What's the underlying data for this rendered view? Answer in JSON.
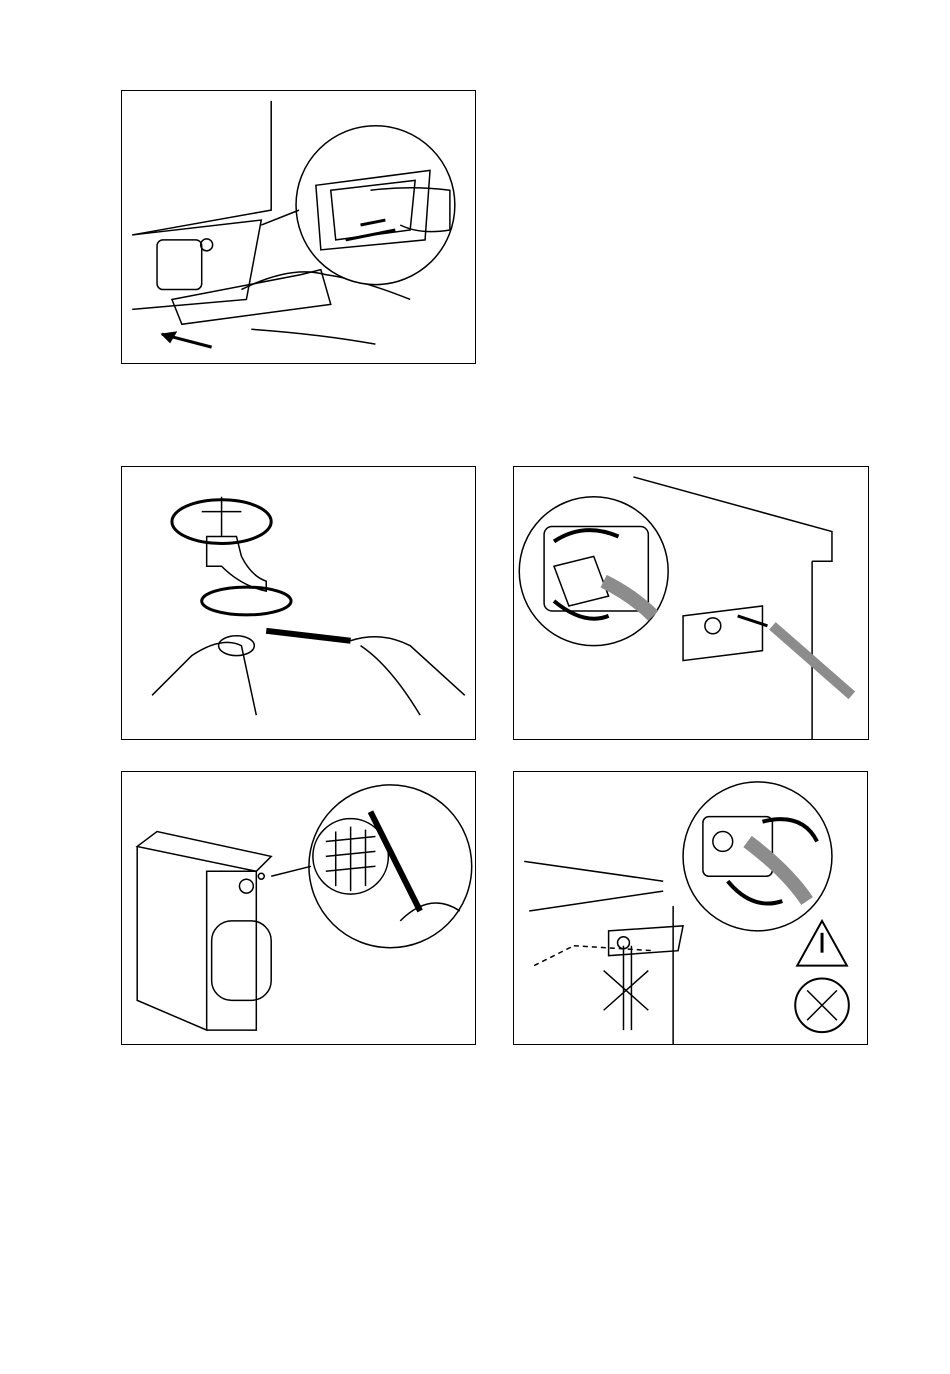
{
  "figures": [
    {
      "icon": "detergent-drawer-removal-illustration"
    },
    {
      "icon": "tap-filter-cleaning-illustration"
    },
    {
      "icon": "inlet-hose-unscrew-illustration"
    },
    {
      "icon": "inlet-filter-brush-illustration"
    },
    {
      "icon": "inlet-hose-reconnect-illustration"
    }
  ],
  "colors": {
    "line": "#000000",
    "hose": "#8c8c8c",
    "background": "#ffffff"
  }
}
